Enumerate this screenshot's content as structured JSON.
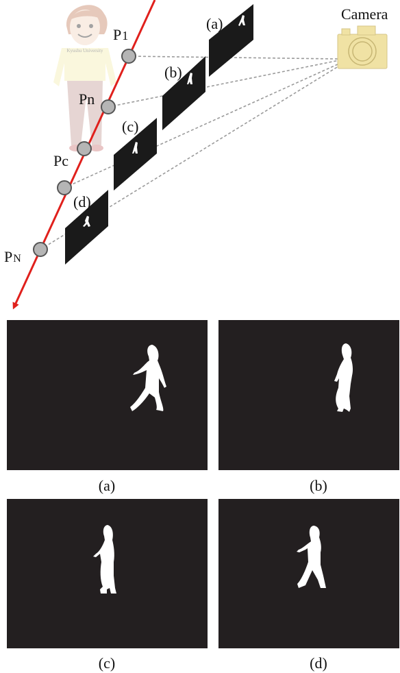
{
  "diagram": {
    "camera_label": "Camera",
    "points": {
      "p1": {
        "main": "P",
        "sub": "1"
      },
      "pn": {
        "main": "P",
        "sub": "n"
      },
      "pc": {
        "main": "P",
        "sub": "c"
      },
      "pN": {
        "main": "P",
        "sub": "N"
      }
    },
    "panel_labels": [
      "(a)",
      "(b)",
      "(c)",
      "(d)"
    ],
    "shirt_text": "Kyushu University",
    "colors": {
      "trajectory": "#e0201c",
      "point_fill": "#b5b5b5",
      "frame": "#1a1a1a",
      "camera": "#f0e2a4",
      "ray": "#9a9a9a",
      "silhouette": "#ffffff"
    }
  },
  "silhouettes": {
    "captions": [
      "(a)",
      "(b)",
      "(c)",
      "(d)"
    ]
  }
}
